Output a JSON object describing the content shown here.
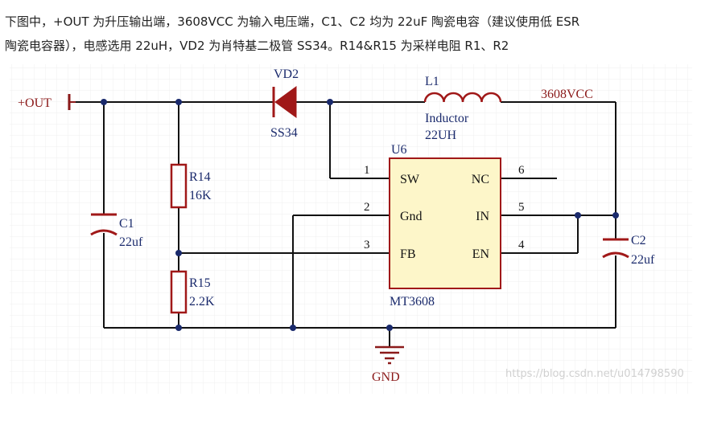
{
  "description": {
    "line1": "下图中，+OUT 为升压输出端，3608VCC 为输入电压端，C1、C2 均为 22uF 陶瓷电容（建议使用低 ESR",
    "line2": "陶瓷电容器），电感选用 22uH，VD2 为肖特基二极管 SS34。R14&R15 为采样电阻 R1、R2"
  },
  "schematic": {
    "out_label": "+OUT",
    "vcc_label": "3608VCC",
    "gnd_label": "GND",
    "diode": {
      "ref": "VD2",
      "value": "SS34"
    },
    "inductor": {
      "ref": "L1",
      "type": "Inductor",
      "value": "22UH"
    },
    "c1": {
      "ref": "C1",
      "value": "22uf"
    },
    "c2": {
      "ref": "C2",
      "value": "22uf"
    },
    "r14": {
      "ref": "R14",
      "value": "16K"
    },
    "r15": {
      "ref": "R15",
      "value": "2.2K"
    },
    "ic": {
      "ref": "U6",
      "part": "MT3608",
      "pins": {
        "sw": {
          "num": "1",
          "name": "SW"
        },
        "gnd": {
          "num": "2",
          "name": "Gnd"
        },
        "fb": {
          "num": "3",
          "name": "FB"
        },
        "en": {
          "num": "4",
          "name": "EN"
        },
        "in": {
          "num": "5",
          "name": "IN"
        },
        "nc": {
          "num": "6",
          "name": "NC"
        }
      }
    }
  },
  "watermark": "https://blog.csdn.net/u014798590",
  "colors": {
    "wire": "#111111",
    "label_red": "#8b1a1a",
    "label_blue": "#1a2a6c",
    "component_red": "#a01818",
    "ic_fill": "#fdf6c9",
    "grid_line": "#efefef"
  }
}
